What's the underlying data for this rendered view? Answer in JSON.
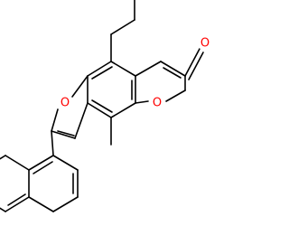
{
  "diagram": {
    "type": "chemical-structure",
    "atom_labels": {
      "furan_oxygen": "O",
      "pyranone_ring_oxygen": "O",
      "carbonyl_oxygen": "O"
    },
    "colors": {
      "background": "#ffffff",
      "bond": "#000000",
      "oxygen": "#ff0000"
    }
  }
}
